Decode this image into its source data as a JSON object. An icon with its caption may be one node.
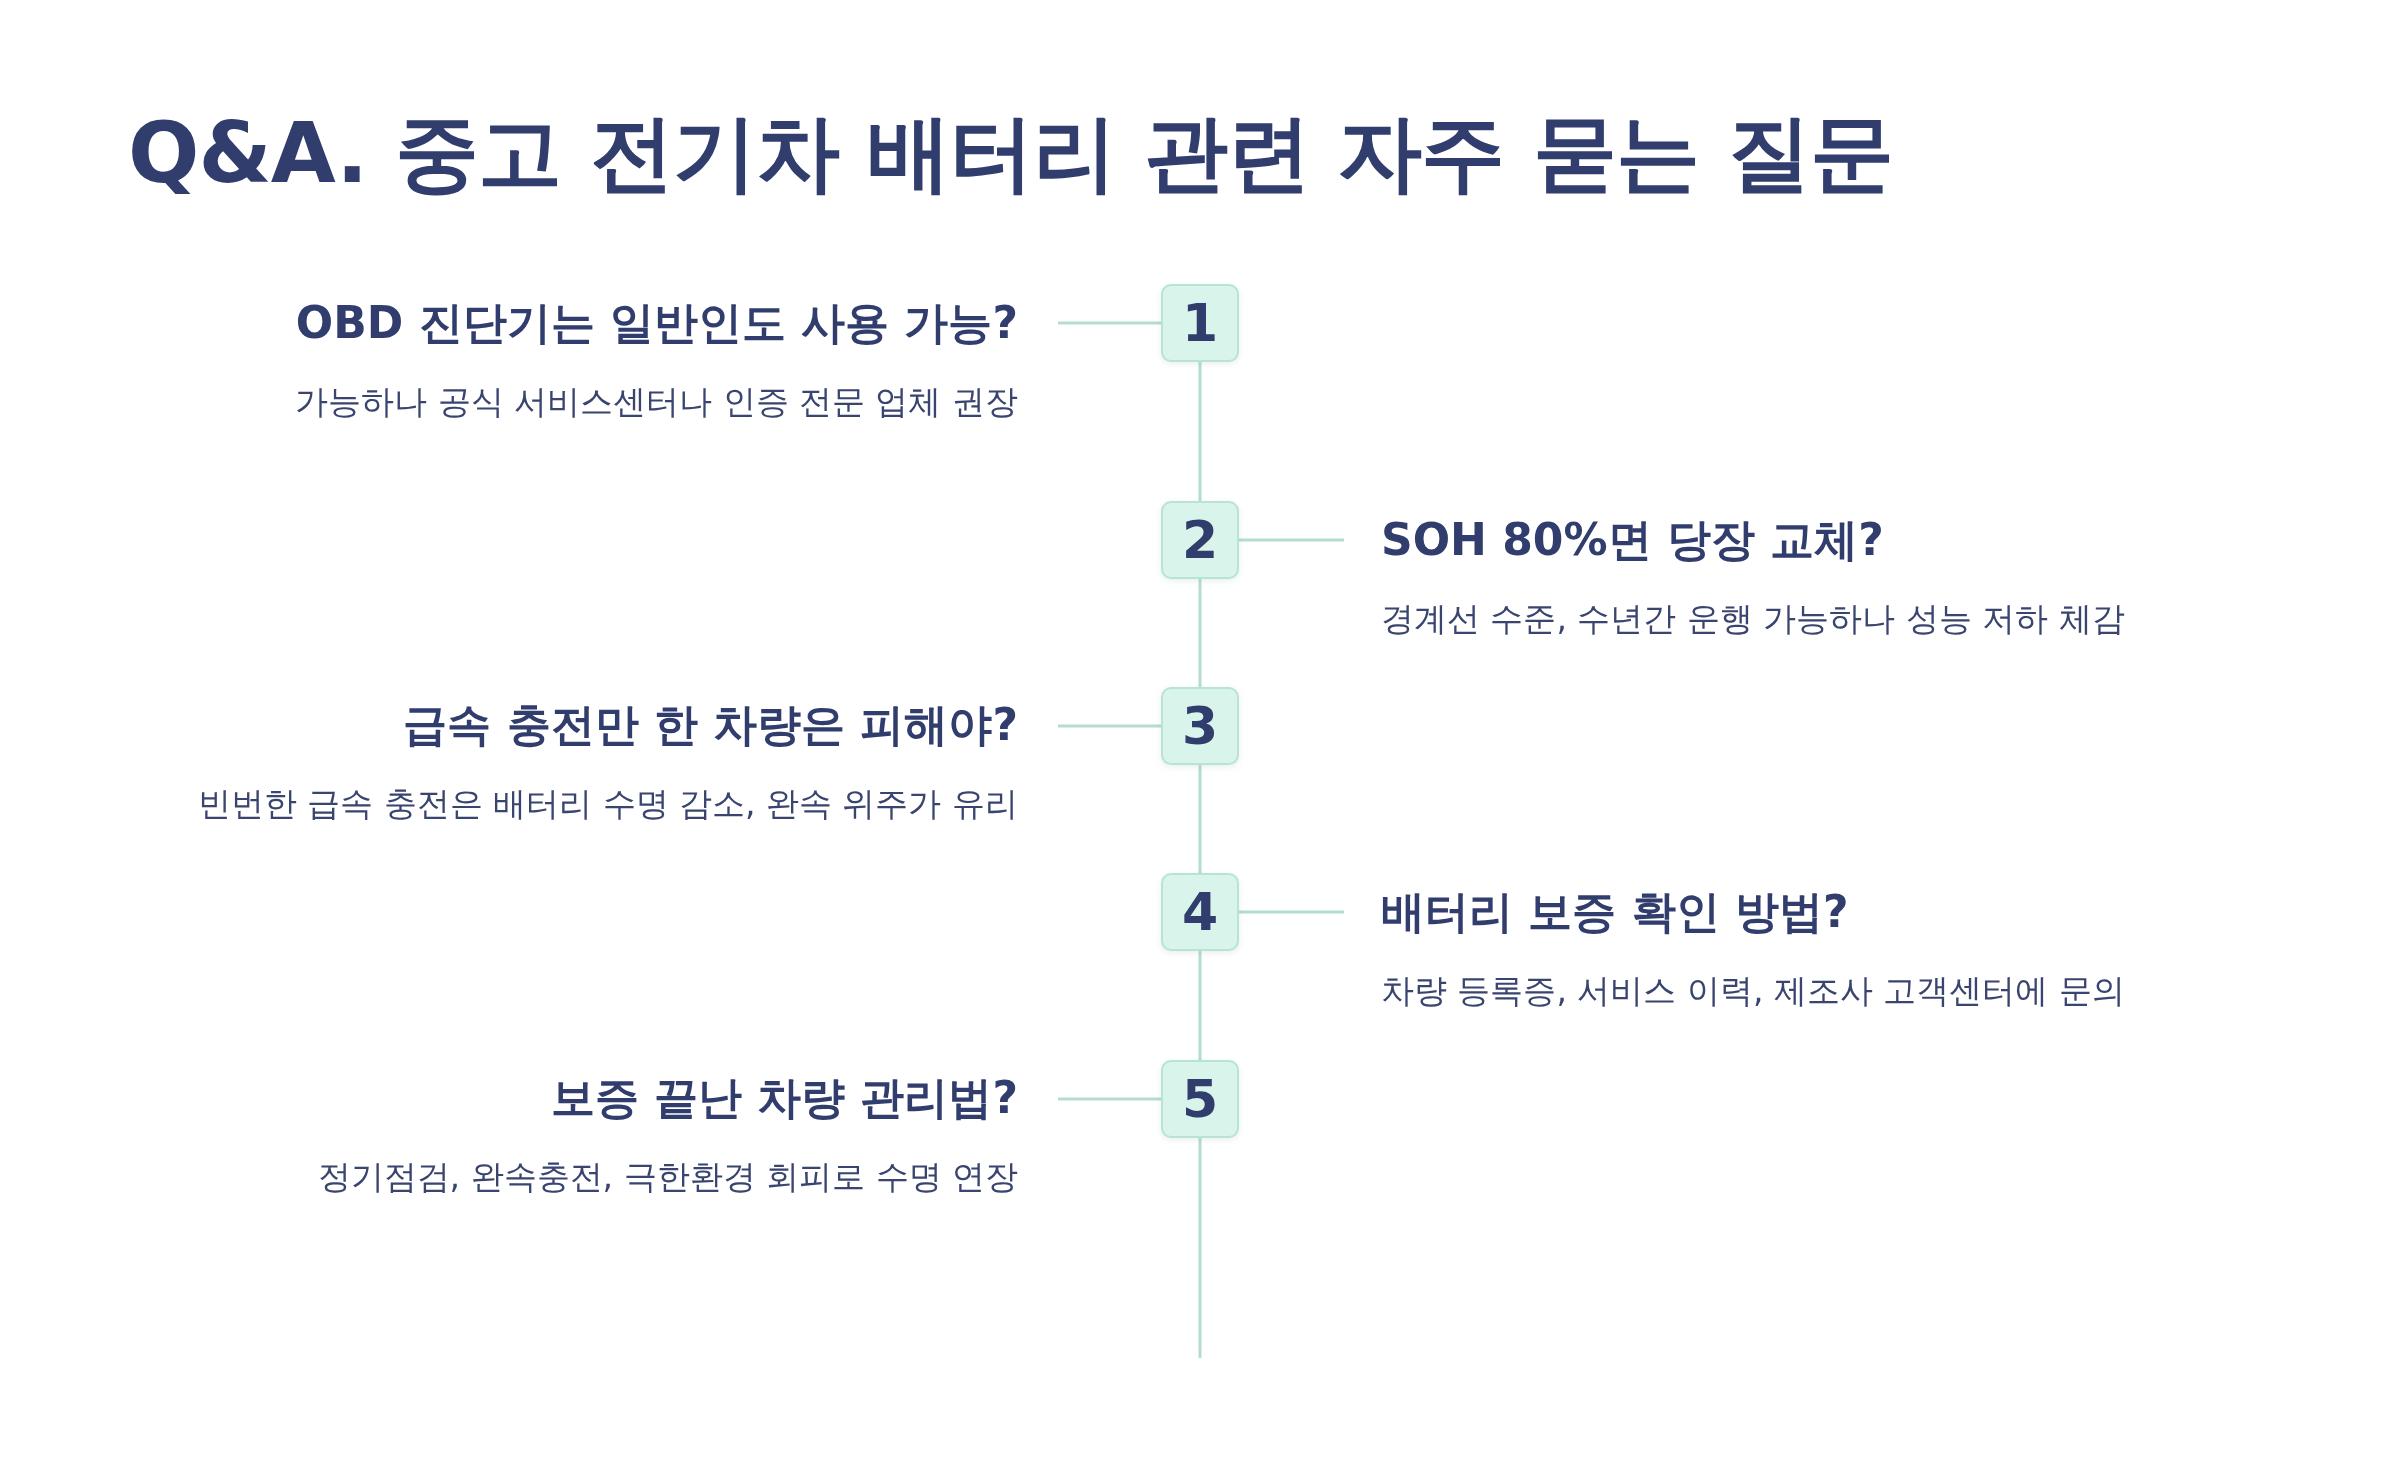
{
  "diagram": {
    "title": "Q&A. 중고 전기차 배터리 관련 자주 묻는 질문",
    "nodes": [
      {
        "text": [
          "OBD 진단기는 일반인도 사용 가능?",
          "가능하나 공식 서비스센터나 인증 전문 업체 권장"
        ]
      },
      {
        "text": [
          "1"
        ]
      },
      {
        "text": [
          "2"
        ]
      },
      {
        "text": [
          "SOH 80%면 당장 교체?",
          "경계선 수준, 수년간 운행 가능하나 성능 저하 체감"
        ]
      },
      {
        "text": [
          "급속 충전만 한 차량은 피해야?",
          "빈번한 급속 충전은 배터리 수명 감소, 완속 위주가 유리"
        ]
      },
      {
        "text": [
          "3"
        ]
      },
      {
        "text": [
          "4"
        ]
      },
      {
        "text": [
          "배터리 보증 확인 방법?",
          "차량 등록증, 서비스 이력, 제조사 고객센터에 문의"
        ]
      },
      {
        "text": [
          "보증 끝난 차량 관리법?",
          "정기점검, 완속충전, 극한환경 회피로 수명 연장"
        ]
      },
      {
        "text": [
          "5"
        ]
      }
    ],
    "edges": [
      {
        "from": 0,
        "to": 1,
        "arrow": "none"
      },
      {
        "from": 1,
        "to": 2,
        "arrow": "none"
      },
      {
        "from": 2,
        "to": 3,
        "arrow": "none"
      },
      {
        "from": 2,
        "to": 5,
        "arrow": "none"
      },
      {
        "from": 4,
        "to": 5,
        "arrow": "none"
      },
      {
        "from": 5,
        "to": 6,
        "arrow": "none"
      },
      {
        "from": 6,
        "to": 7,
        "arrow": "none"
      },
      {
        "from": 6,
        "to": 9,
        "arrow": "none"
      },
      {
        "from": 8,
        "to": 9,
        "arrow": "none"
      },
      {
        "from": 9,
        "to": null,
        "arrow": "none"
      }
    ]
  }
}
